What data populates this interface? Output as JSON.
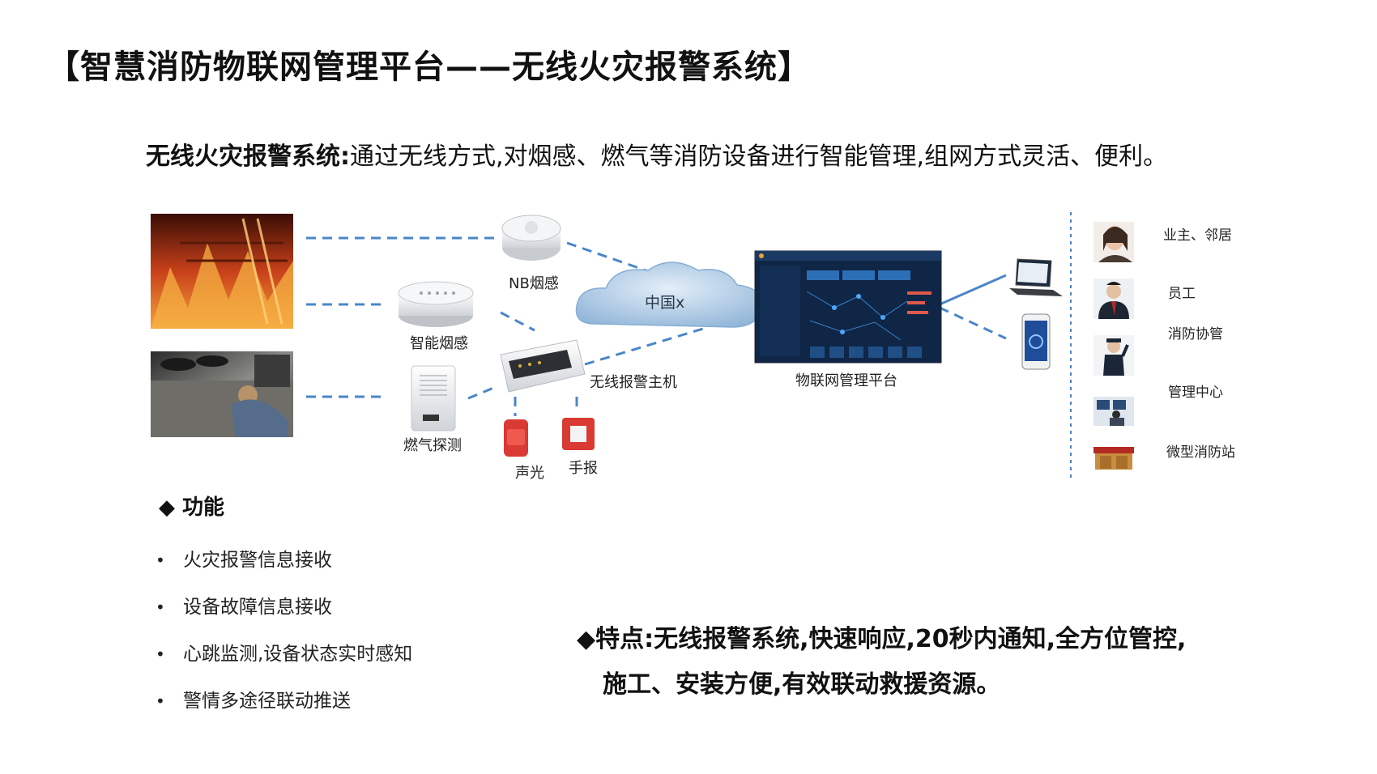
{
  "title": "【智慧消防物联网管理平台——无线火灾报警系统】",
  "subtitle": {
    "lead": "无线火灾报警系统:",
    "text": "通过无线方式,对烟感、燃气等消防设备进行智能管理,组网方式灵活、便利。"
  },
  "diagram": {
    "nb_smoke": "NB烟感",
    "smart_smoke": "智能烟感",
    "gas_detector": "燃气探测",
    "cloud": "中国x",
    "alarm_host": "无线报警主机",
    "sound_light": "声光",
    "manual_alarm": "手报",
    "platform": "物联网管理平台"
  },
  "recipients": [
    "业主、邻居",
    "员工",
    "消防协管",
    "管理中心",
    "微型消防站"
  ],
  "functions": {
    "heading": "◆ 功能",
    "items": [
      "火灾报警信息接收",
      "设备故障信息接收",
      "心跳监测,设备状态实时感知",
      "警情多途径联动推送"
    ]
  },
  "features": {
    "line1": "◆特点:无线报警系统,快速响应,20秒内通知,全方位管控,",
    "line2": "施工、安装方便,有效联动救援资源。"
  },
  "colors": {
    "dash": "#4a86c8",
    "fire": "#d2521c",
    "platform_bg": "#0f2646",
    "cloud": "#9fc0df",
    "alarm_red": "#d93a33"
  }
}
